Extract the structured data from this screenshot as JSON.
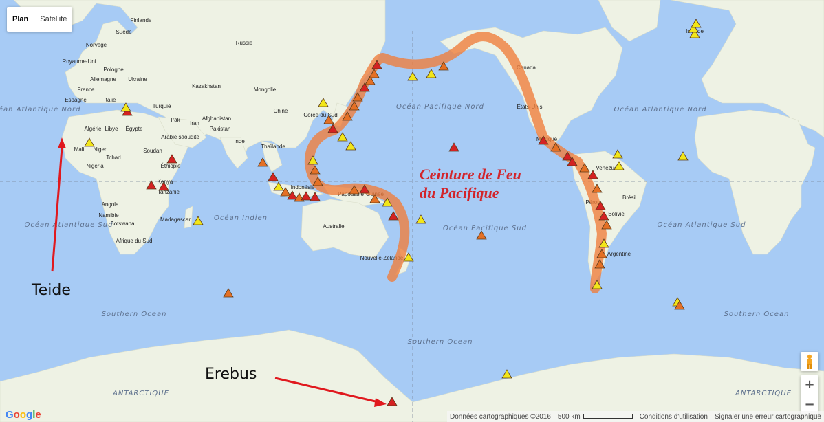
{
  "map_type": {
    "plan_label": "Plan",
    "satellite_label": "Satellite"
  },
  "colors": {
    "ocean": "#a7cbf5",
    "land": "#eef2e4",
    "belt": "#ef7c3a",
    "volcano_red": "#d42222",
    "volcano_orange": "#e47025",
    "volcano_yellow": "#f2e619",
    "arrow": "#e0191e"
  },
  "belt_label": {
    "line1": "Ceinture de Feu",
    "line2": "du Pacifique"
  },
  "callouts": {
    "teide": "Teide",
    "erebus": "Erebus"
  },
  "oceans": {
    "atl_nord_w": "Océan Atlantique Nord",
    "atl_nord_e": "Océan Atlantique Nord",
    "pac_nord": "Océan Pacifique Nord",
    "indien": "Océan Indien",
    "atl_sud_w": "Océan Atlantique Sud",
    "atl_sud_e": "Océan Atlantique Sud",
    "pac_sud": "Océan Pacifique Sud",
    "southern_w": "Southern Ocean",
    "southern_c": "Southern Ocean",
    "southern_e": "Southern Ocean"
  },
  "antarctique": {
    "left": "ANTARCTIQUE",
    "right": "ANTARCTIQUE"
  },
  "countries": [
    "Finlande",
    "Suède",
    "Norvège",
    "Royaume-Uni",
    "Pologne",
    "Allemagne",
    "Ukraine",
    "France",
    "Espagne",
    "Italie",
    "Turquie",
    "Irak",
    "Iran",
    "Algérie",
    "Libye",
    "Égypte",
    "Arabie saoudite",
    "Mali",
    "Niger",
    "Tchad",
    "Soudan",
    "Nigeria",
    "Éthiopie",
    "Kenya",
    "Tanzanie",
    "Angola",
    "Namibie",
    "Botswana",
    "Afrique du Sud",
    "Madagascar",
    "Russie",
    "Kazakhstan",
    "Mongolie",
    "Chine",
    "Afghanistan",
    "Pakistan",
    "Inde",
    "Thaïlande",
    "Corée du Sud",
    "Indonésie",
    "Papouasie",
    "Guinée",
    "Australie",
    "Nouvelle-Zélande",
    "Canada",
    "États-Unis",
    "Mexique",
    "Venezuela",
    "Brésil",
    "Pérou",
    "Bolivie",
    "Argentine",
    "Islande"
  ],
  "attribution": {
    "data": "Données cartographiques ©2016",
    "scale": "500 km",
    "terms": "Conditions d'utilisation",
    "report": "Signaler une erreur cartographique"
  },
  "logo": "Google",
  "zoom": {
    "in": "+",
    "out": "−"
  }
}
